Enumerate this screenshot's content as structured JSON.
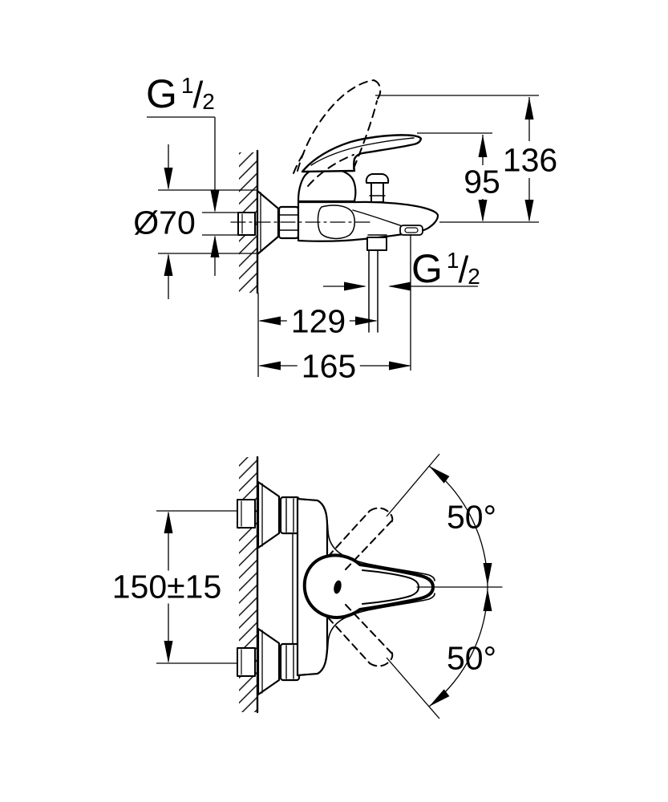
{
  "drawing": {
    "side_view": {
      "wall_thread": {
        "prefix": "G",
        "numerator": "1",
        "denominator": "2"
      },
      "escutcheon_diameter": "Ø70",
      "height_to_handle": "95",
      "height_to_raised_handle": "136",
      "depth_to_outlet": "129",
      "depth_total": "165",
      "outlet_thread": {
        "prefix": "G",
        "numerator": "1",
        "denominator": "2"
      }
    },
    "plan_view": {
      "connection_spacing": "150±15",
      "handle_swing_upper": "50°",
      "handle_swing_lower": "50°"
    },
    "colors": {
      "line": "#000000",
      "background": "#ffffff"
    }
  }
}
